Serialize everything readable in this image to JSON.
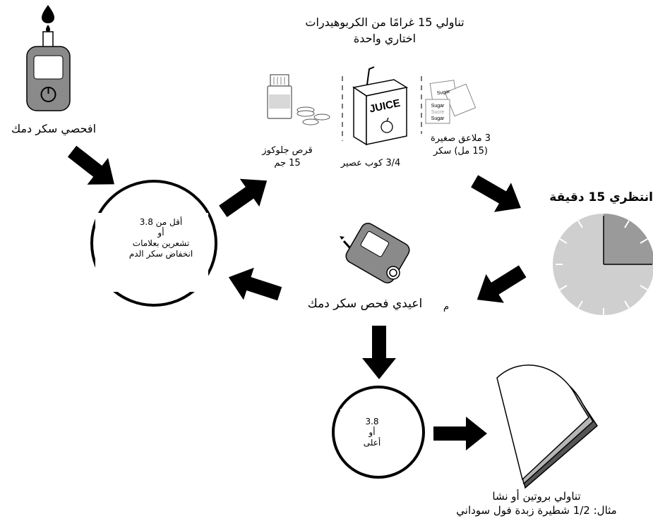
{
  "carbs": {
    "heading": "تناولي 15 غرامًا من الكربوهيدرات",
    "subheading": "اختاري واحدة",
    "glucose_tab": [
      "قرص جلوكوز",
      "15 جم"
    ],
    "juice": "3/4 كوب عصير",
    "sugar": [
      "3 ملاعق صغيرة",
      "(15 مل) سكر"
    ],
    "juice_box_text": "JUICE",
    "sugar_packet_texts": [
      "Sugar",
      "Sucre",
      "Sugar"
    ]
  },
  "check": {
    "label": "افحصي سكر دمك"
  },
  "low_circle": {
    "lines": [
      "أقل من 3.8",
      "أو",
      "تشعرين بعلامات",
      "انخفاض سكر الدم"
    ]
  },
  "wait": {
    "label": "انتظري 15 دقيقة",
    "minutes": 15
  },
  "recheck": {
    "label": "اعيدي فحص سكر دمك",
    "stray_mark": "م"
  },
  "high_circle": {
    "lines": [
      "3.8",
      "أو",
      "أعلى"
    ]
  },
  "protein": {
    "lines": [
      "تناولي بروتين أو نشا",
      "مثال: 1/2 شطيرة زبدة فول سوداني"
    ]
  },
  "icons": {
    "blood_drop": "blood-drop-icon",
    "meter": "glucose-meter-icon",
    "pill_bottle": "pill-bottle-icon",
    "juice_box": "juice-box-icon",
    "sugar_packets": "sugar-packets-icon",
    "clock": "clock-icon",
    "sandwich": "sandwich-icon"
  },
  "colors": {
    "meter_body": "#8a8a8a",
    "meter_dark": "#5f5f5f",
    "clock_face": "#cfcfcf",
    "clock_wedge": "#9a9a9a",
    "arrow": "#000000"
  }
}
